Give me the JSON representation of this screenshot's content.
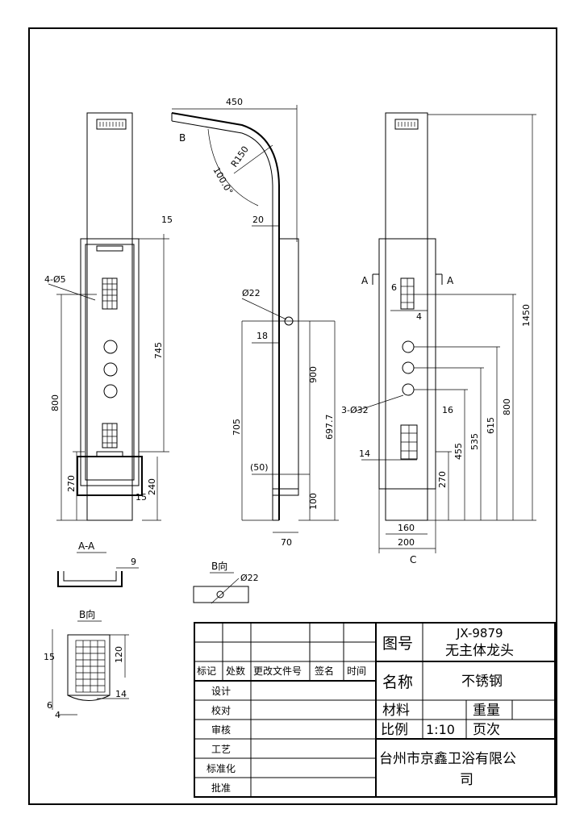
{
  "side_view": {
    "dims": [
      "450",
      "R150",
      "100.0°",
      "B",
      "20",
      "Ø22",
      "18",
      "900",
      "705",
      "697.7",
      "(50)",
      "100",
      "70"
    ]
  },
  "front_view": {
    "dims": [
      "15",
      "4-Ø5",
      "745",
      "800",
      "270",
      "240",
      "15"
    ]
  },
  "right_view": {
    "dims": [
      "A",
      "A",
      "6",
      "4",
      "1450",
      "3-Ø32",
      "16",
      "14",
      "800",
      "615",
      "535",
      "455",
      "270",
      "160",
      "200",
      "C"
    ]
  },
  "section_aa": {
    "title": "A-A",
    "dim": "9"
  },
  "view_b_small": {
    "title": "B向",
    "dim": "Ø22"
  },
  "view_b_detail": {
    "title": "B向",
    "dims": [
      "15",
      "120",
      "6",
      "4",
      "14"
    ]
  },
  "title_block": {
    "drawing_no_label": "图号",
    "drawing_no": "JX-9879",
    "product": "无主体龙头",
    "name_label": "名称",
    "material_value": "不锈钢",
    "material_label": "材料",
    "weight_label": "重量",
    "scale_label": "比例",
    "scale": "1:10",
    "page_label": "页次",
    "company_line1": "台州市京鑫卫浴有限公",
    "company_line2": "司",
    "rev_headers": [
      "标记",
      "处数",
      "更改文件号",
      "签名",
      "时间"
    ],
    "roles": [
      "设计",
      "校对",
      "审核",
      "工艺",
      "标准化",
      "批准"
    ]
  }
}
